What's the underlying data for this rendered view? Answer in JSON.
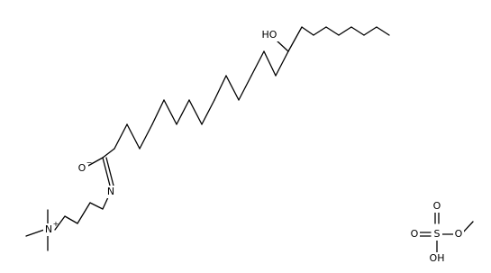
{
  "molecule": {
    "atoms": {
      "hydroxyl": "HO",
      "carbonyl_oxygen": "O",
      "amide_nitrogen": "N",
      "ammonium_nitrogen": "N",
      "sulfate_oxygen_top": "O",
      "sulfate_oxygen_left": "O",
      "sulfate_oxygen_right": "O",
      "sulfate_sulfur": "S",
      "sulfate_hydroxyl": "OH"
    },
    "charges": {
      "carbonyl_oxygen": "−",
      "ammonium_nitrogen": "+"
    }
  }
}
